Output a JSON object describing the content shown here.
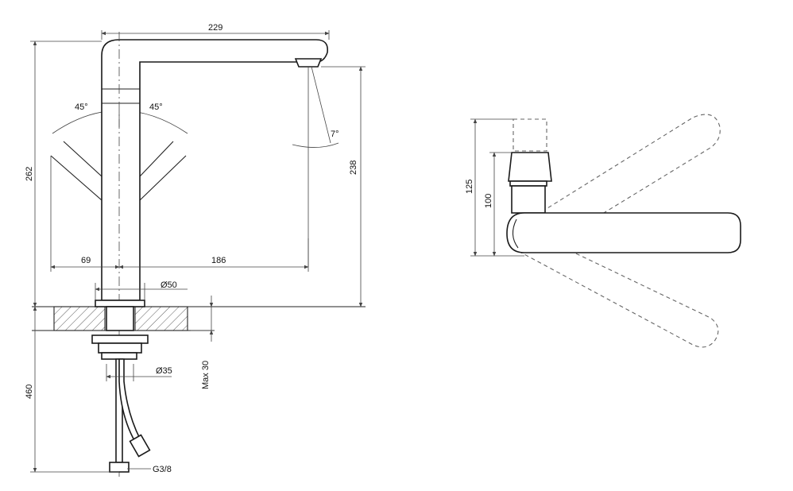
{
  "side_view": {
    "dimensions": {
      "spout_reach": "229",
      "total_height": "262",
      "outlet_height": "238",
      "swivel_left": "69",
      "swivel_right": "186",
      "base_diameter": "Ø50",
      "hole_diameter": "Ø35",
      "max_thickness": "Max 30",
      "hose_length": "460",
      "thread": "G3/8",
      "swivel_angle_left": "45°",
      "swivel_angle_right": "45°",
      "jet_angle": "7°"
    }
  },
  "top_view": {
    "dimensions": {
      "height_total": "125",
      "height_body": "100"
    }
  }
}
